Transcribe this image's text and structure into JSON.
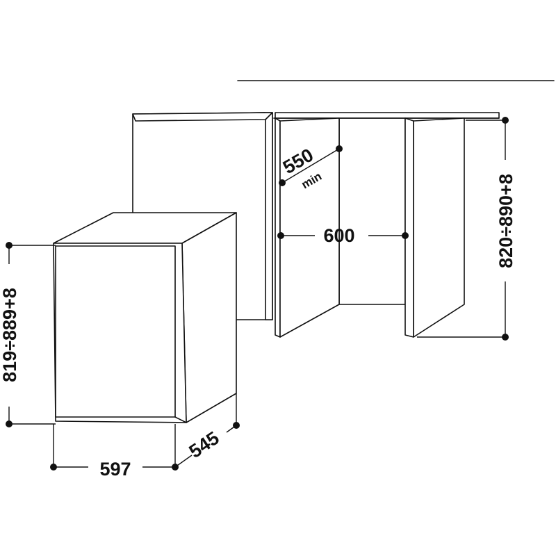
{
  "labels": {
    "niche_depth": "550",
    "niche_depth_note": "min",
    "niche_width": "600",
    "niche_height": "820÷890+8",
    "appliance_height": "819÷889+8",
    "appliance_width": "597",
    "appliance_depth": "545"
  },
  "colors": {
    "line": "#111111",
    "background": "#ffffff"
  }
}
